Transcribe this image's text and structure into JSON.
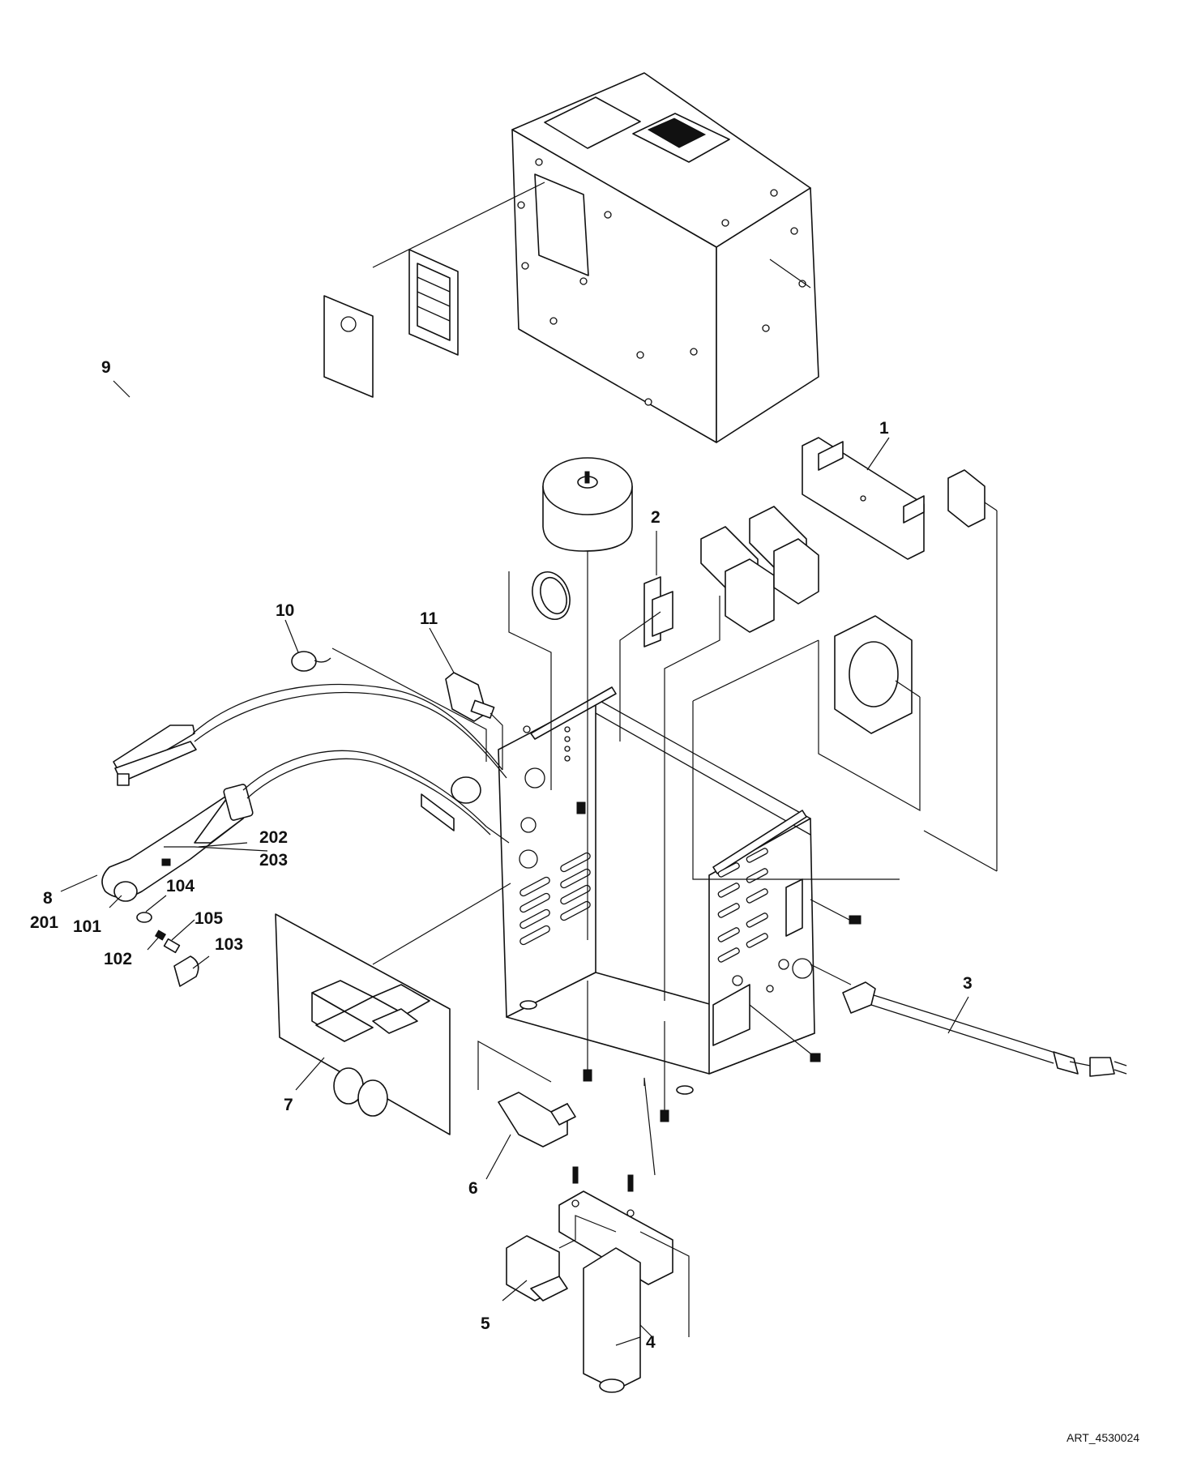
{
  "diagram": {
    "type": "exploded parts diagram",
    "callouts": [
      "1",
      "2",
      "3",
      "4",
      "5",
      "6",
      "7",
      "8",
      "201",
      "9",
      "10",
      "11",
      "101",
      "102",
      "103",
      "104",
      "105",
      "202",
      "203"
    ],
    "art_id": "ART_4530024"
  }
}
